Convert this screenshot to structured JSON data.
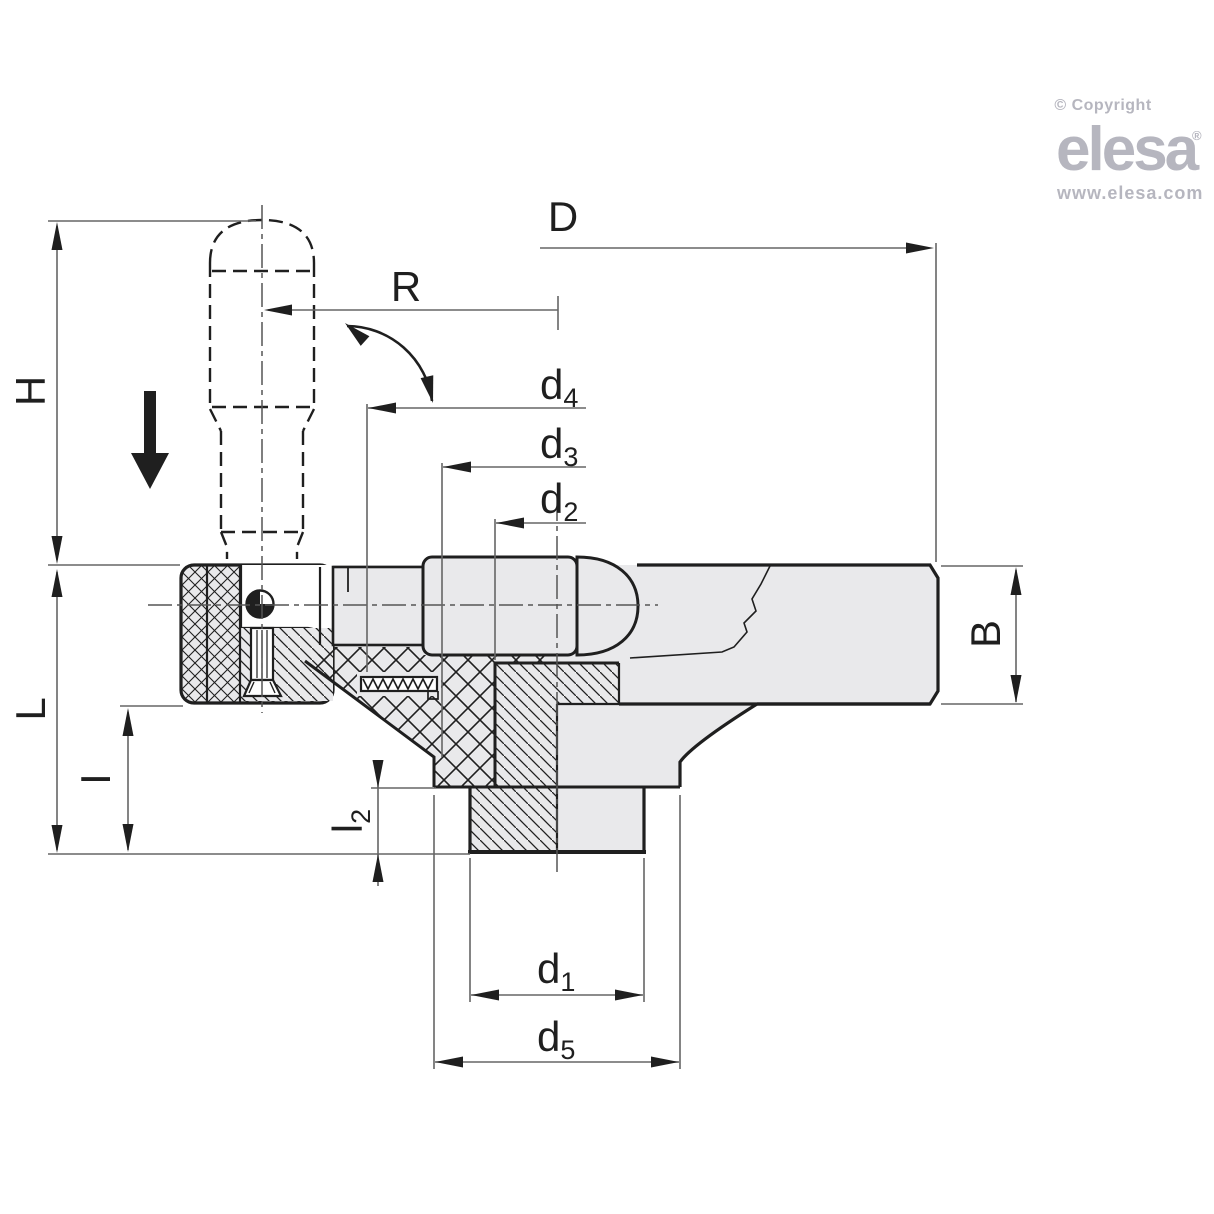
{
  "drawing": {
    "type": "technical cross-section drawing of a fold-away handle handwheel"
  },
  "logo": {
    "copyright": "© Copyright",
    "brand": "elesa",
    "registered": "®",
    "website": "www.elesa.com"
  },
  "dimensions": {
    "D": "D",
    "R": "R",
    "H": "H",
    "L": "L",
    "I": "I",
    "B": "B",
    "l2": {
      "base": "l",
      "sub": "2"
    },
    "d1": {
      "base": "d",
      "sub": "1"
    },
    "d2": {
      "base": "d",
      "sub": "2"
    },
    "d3": {
      "base": "d",
      "sub": "3"
    },
    "d4": {
      "base": "d",
      "sub": "4"
    },
    "d5": {
      "base": "d",
      "sub": "5"
    }
  },
  "colors": {
    "ink": "#1f1f1f",
    "dimension_lines": "#666666",
    "part_fill": "#e9e9eb",
    "logo_gray": "#b6b6bf",
    "background": "#ffffff"
  }
}
